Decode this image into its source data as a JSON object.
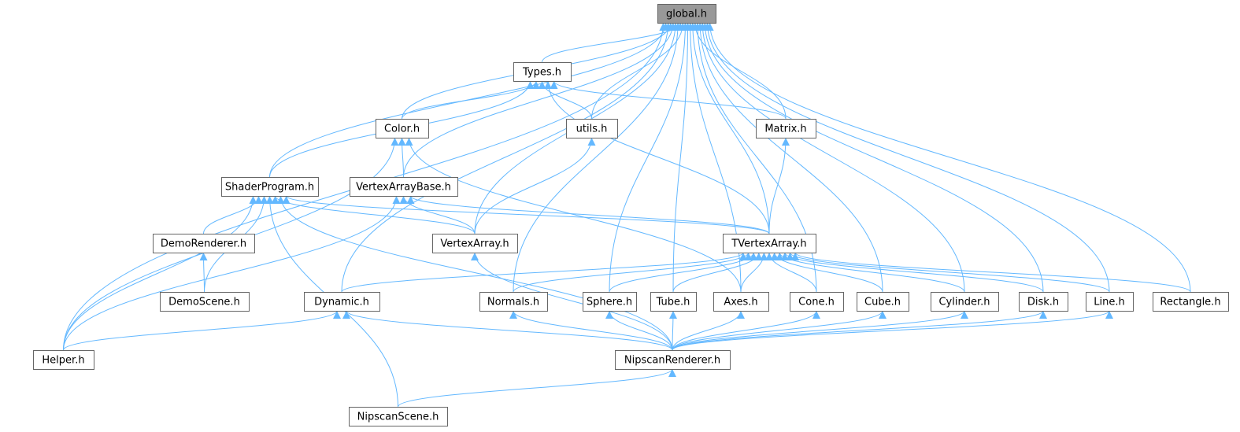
{
  "colors": {
    "edge": "#63b8ff",
    "node_border": "#666666",
    "node_fill": "#ffffff",
    "root_fill": "#999999"
  },
  "nodes": [
    {
      "id": "global",
      "label": "global.h",
      "root": true
    },
    {
      "id": "types",
      "label": "Types.h"
    },
    {
      "id": "color",
      "label": "Color.h"
    },
    {
      "id": "utils",
      "label": "utils.h"
    },
    {
      "id": "matrix",
      "label": "Matrix.h"
    },
    {
      "id": "shader",
      "label": "ShaderProgram.h"
    },
    {
      "id": "vab",
      "label": "VertexArrayBase.h"
    },
    {
      "id": "demorenderer",
      "label": "DemoRenderer.h"
    },
    {
      "id": "vertexarray",
      "label": "VertexArray.h"
    },
    {
      "id": "tvertexarray",
      "label": "TVertexArray.h"
    },
    {
      "id": "demoscene",
      "label": "DemoScene.h"
    },
    {
      "id": "dynamic",
      "label": "Dynamic.h"
    },
    {
      "id": "normals",
      "label": "Normals.h"
    },
    {
      "id": "sphere",
      "label": "Sphere.h"
    },
    {
      "id": "tube",
      "label": "Tube.h"
    },
    {
      "id": "axes",
      "label": "Axes.h"
    },
    {
      "id": "cone",
      "label": "Cone.h"
    },
    {
      "id": "cube",
      "label": "Cube.h"
    },
    {
      "id": "cylinder",
      "label": "Cylinder.h"
    },
    {
      "id": "disk",
      "label": "Disk.h"
    },
    {
      "id": "line",
      "label": "Line.h"
    },
    {
      "id": "rectangle",
      "label": "Rectangle.h"
    },
    {
      "id": "helper",
      "label": "Helper.h"
    },
    {
      "id": "nipscanrenderer",
      "label": "NipscanRenderer.h"
    },
    {
      "id": "nipscanscene",
      "label": "NipscanScene.h"
    }
  ],
  "edges": [
    [
      "types",
      "global"
    ],
    [
      "color",
      "global"
    ],
    [
      "utils",
      "global"
    ],
    [
      "matrix",
      "global"
    ],
    [
      "shader",
      "global"
    ],
    [
      "vab",
      "global"
    ],
    [
      "vertexarray",
      "global"
    ],
    [
      "tvertexarray",
      "global"
    ],
    [
      "dynamic",
      "global"
    ],
    [
      "normals",
      "global"
    ],
    [
      "sphere",
      "global"
    ],
    [
      "tube",
      "global"
    ],
    [
      "axes",
      "global"
    ],
    [
      "cone",
      "global"
    ],
    [
      "cube",
      "global"
    ],
    [
      "cylinder",
      "global"
    ],
    [
      "disk",
      "global"
    ],
    [
      "line",
      "global"
    ],
    [
      "rectangle",
      "global"
    ],
    [
      "helper",
      "global"
    ],
    [
      "color",
      "types"
    ],
    [
      "utils",
      "types"
    ],
    [
      "matrix",
      "types"
    ],
    [
      "shader",
      "types"
    ],
    [
      "tvertexarray",
      "types"
    ],
    [
      "vab",
      "color"
    ],
    [
      "helper",
      "color"
    ],
    [
      "axes",
      "color"
    ],
    [
      "vertexarray",
      "utils"
    ],
    [
      "tvertexarray",
      "matrix"
    ],
    [
      "demorenderer",
      "shader"
    ],
    [
      "demoscene",
      "shader"
    ],
    [
      "vertexarray",
      "shader"
    ],
    [
      "tvertexarray",
      "shader"
    ],
    [
      "helper",
      "shader"
    ],
    [
      "nipscanscene",
      "shader"
    ],
    [
      "nipscanrenderer",
      "shader"
    ],
    [
      "vertexarray",
      "vab"
    ],
    [
      "tvertexarray",
      "vab"
    ],
    [
      "helper",
      "vab"
    ],
    [
      "demoscene",
      "demorenderer"
    ],
    [
      "nipscanrenderer",
      "vertexarray"
    ],
    [
      "dynamic",
      "tvertexarray"
    ],
    [
      "normals",
      "tvertexarray"
    ],
    [
      "sphere",
      "tvertexarray"
    ],
    [
      "tube",
      "tvertexarray"
    ],
    [
      "axes",
      "tvertexarray"
    ],
    [
      "cone",
      "tvertexarray"
    ],
    [
      "cube",
      "tvertexarray"
    ],
    [
      "cylinder",
      "tvertexarray"
    ],
    [
      "disk",
      "tvertexarray"
    ],
    [
      "line",
      "tvertexarray"
    ],
    [
      "rectangle",
      "tvertexarray"
    ],
    [
      "helper",
      "dynamic"
    ],
    [
      "nipscanrenderer",
      "dynamic"
    ],
    [
      "nipscanrenderer",
      "normals"
    ],
    [
      "nipscanrenderer",
      "sphere"
    ],
    [
      "nipscanrenderer",
      "tube"
    ],
    [
      "nipscanrenderer",
      "axes"
    ],
    [
      "nipscanrenderer",
      "cone"
    ],
    [
      "nipscanrenderer",
      "cube"
    ],
    [
      "nipscanrenderer",
      "cylinder"
    ],
    [
      "nipscanrenderer",
      "disk"
    ],
    [
      "nipscanrenderer",
      "line"
    ],
    [
      "nipscanscene",
      "nipscanrenderer"
    ]
  ]
}
